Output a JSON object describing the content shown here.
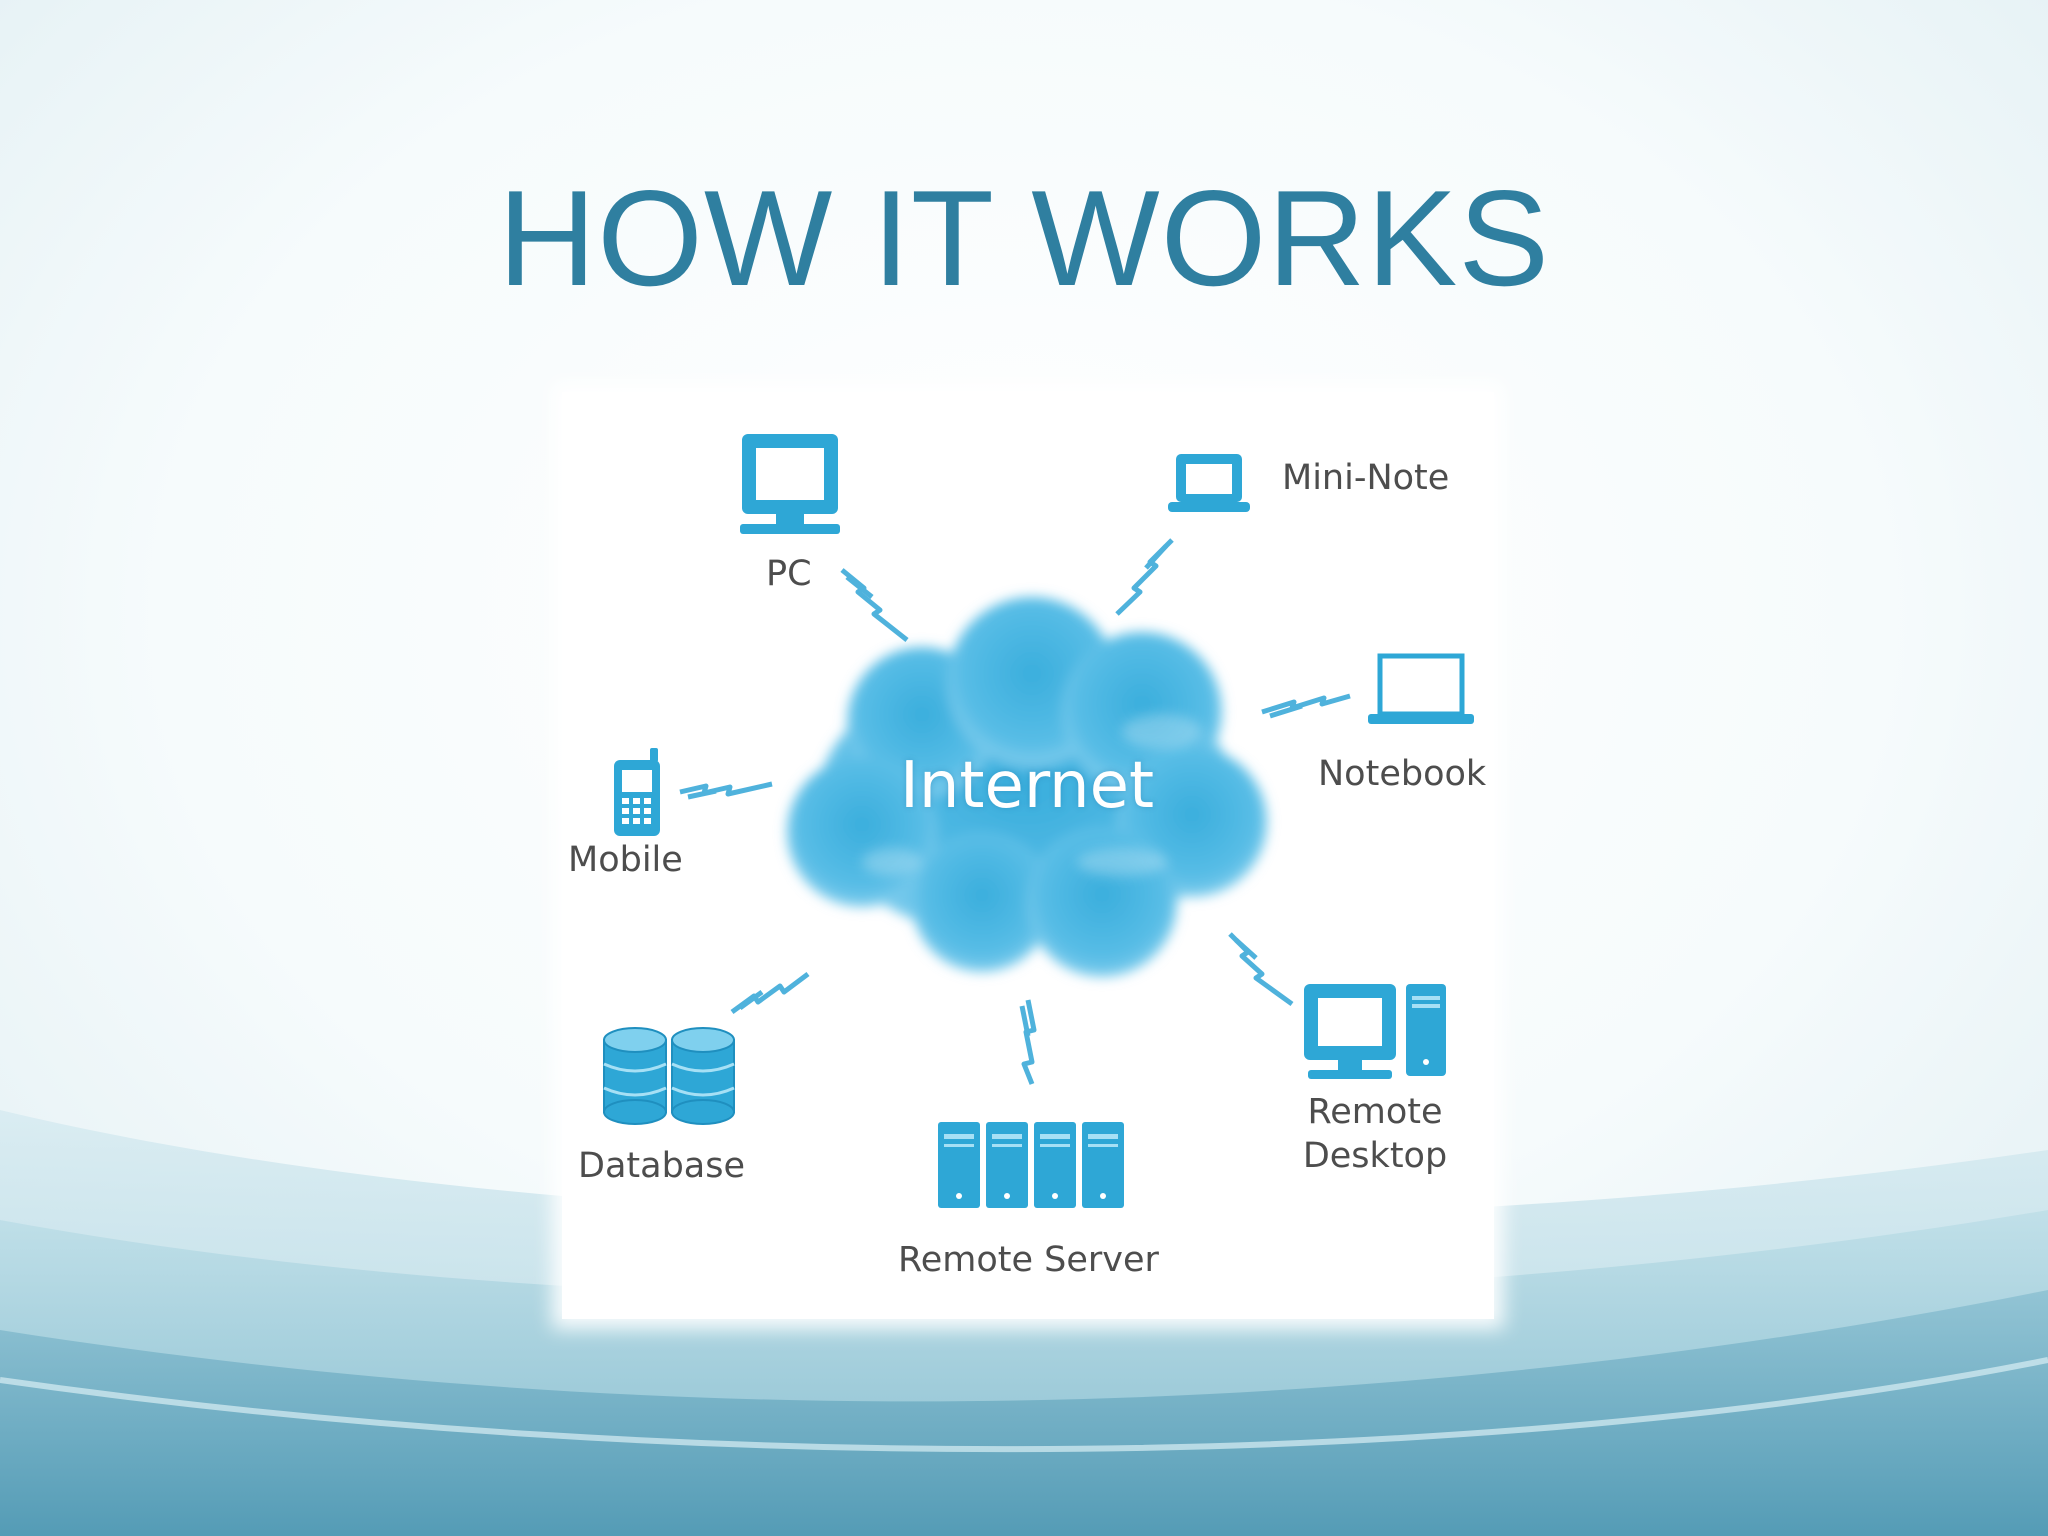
{
  "slide": {
    "title": "HOW IT WORKS"
  },
  "diagram": {
    "center": {
      "label": "Internet",
      "icon": "cloud-icon"
    },
    "nodes": [
      {
        "id": "pc",
        "label": "PC",
        "icon": "desktop-monitor-icon"
      },
      {
        "id": "mini-note",
        "label": "Mini-Note",
        "icon": "mini-laptop-icon"
      },
      {
        "id": "notebook",
        "label": "Notebook",
        "icon": "laptop-icon"
      },
      {
        "id": "mobile",
        "label": "Mobile",
        "icon": "mobile-phone-icon"
      },
      {
        "id": "database",
        "label": "Database",
        "icon": "database-icon"
      },
      {
        "id": "remote-server",
        "label": "Remote Server",
        "icon": "server-rack-icon"
      },
      {
        "id": "remote-desktop",
        "label_line1": "Remote",
        "label_line2": "Desktop",
        "icon": "desktop-tower-icon"
      }
    ],
    "connector_icon": "lightning-link-icon"
  },
  "colors": {
    "title": "#2f7fa0",
    "icon_blue": "#2ea7d6",
    "cloud_blue": "#45b3e0",
    "label_gray": "#4d4d4d",
    "wave_teal": "#6aaec4"
  }
}
